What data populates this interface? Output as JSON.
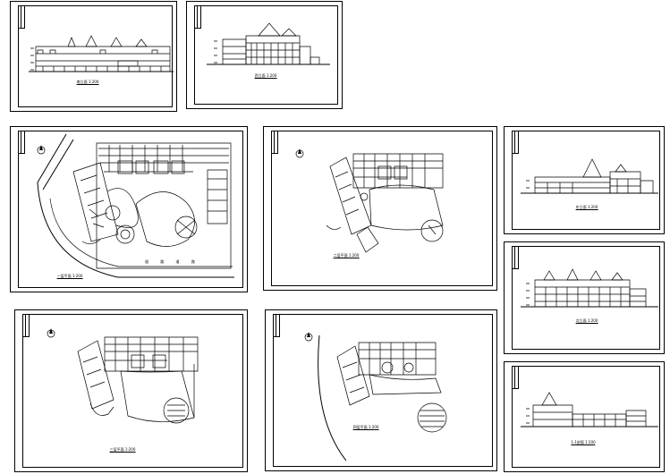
{
  "drawing_set": {
    "sheets": [
      {
        "id": "sheet-1",
        "caption": "南立面  1:200"
      },
      {
        "id": "sheet-2",
        "caption": "西立面  1:200"
      },
      {
        "id": "sheet-3",
        "caption": "一层平面  1:200",
        "street_label": "道 路 道 路"
      },
      {
        "id": "sheet-4",
        "caption": "二层平面  1:200"
      },
      {
        "id": "sheet-5",
        "caption": "东立面  1:200"
      },
      {
        "id": "sheet-6",
        "caption": "北立面  1:200"
      },
      {
        "id": "sheet-7",
        "caption": "三层平面  1:200"
      },
      {
        "id": "sheet-8",
        "caption": "四层平面  1:200"
      },
      {
        "id": "sheet-9",
        "caption": "1-1剖面  1:200"
      }
    ]
  }
}
